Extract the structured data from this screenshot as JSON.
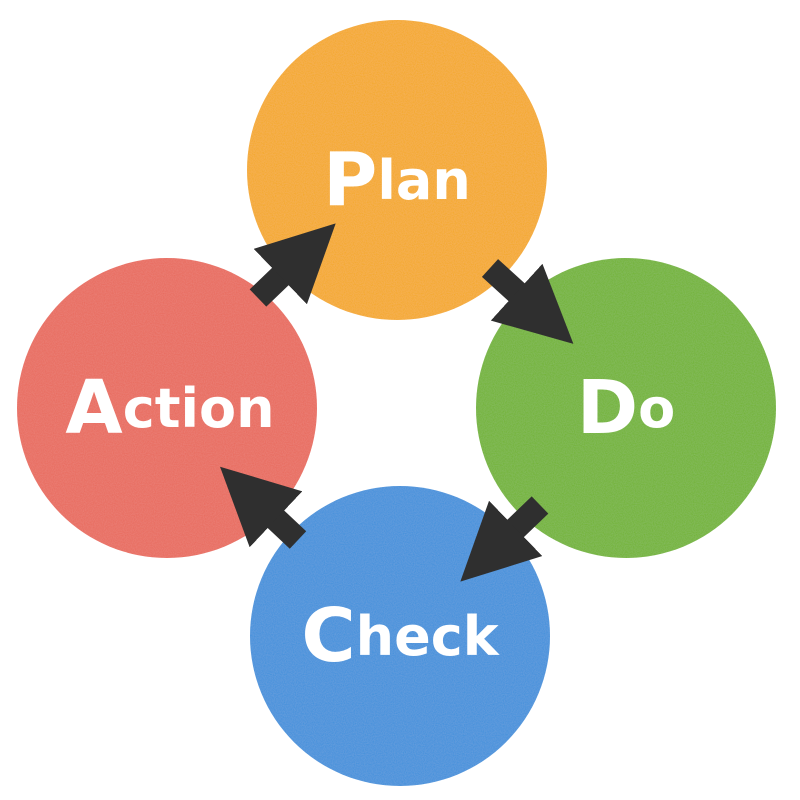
{
  "stages": {
    "plan": {
      "initial": "P",
      "rest": "lan",
      "color": "#F4A71C"
    },
    "do": {
      "initial": "D",
      "rest": "o",
      "color": "#6FB22E"
    },
    "check": {
      "initial": "C",
      "rest": "heck",
      "color": "#3E8FDA"
    },
    "action": {
      "initial": "A",
      "rest": "ction",
      "color": "#E8675A"
    }
  },
  "arrow_color": "#2F2F2F",
  "cycle_order": [
    "Plan",
    "Do",
    "Check",
    "Action"
  ]
}
